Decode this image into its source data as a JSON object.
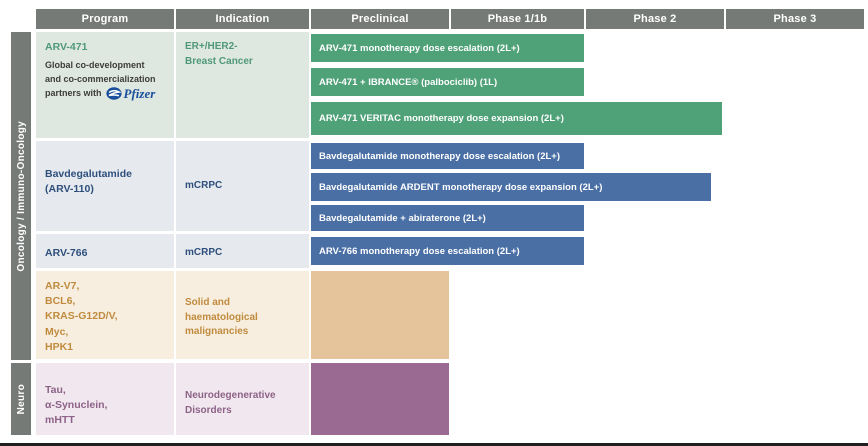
{
  "chart_data": {
    "type": "table",
    "title": "Clinical development pipeline",
    "columns": [
      "Program",
      "Indication",
      "Preclinical",
      "Phase 1/1b",
      "Phase 2",
      "Phase 3"
    ],
    "therapeutic_areas": [
      "Oncology / Immuno-Oncology",
      "Neuro"
    ],
    "rows": [
      {
        "program": "ARV-471",
        "indication": "ER+/HER2- Breast Cancer",
        "area": "Oncology / Immuno-Oncology",
        "bars": [
          {
            "label": "ARV-471 monotherapy dose escalation (2L+)",
            "start": "Preclinical",
            "end": "Phase 1/1b",
            "color": "#4fa178"
          },
          {
            "label": "ARV-471 + IBRANCE® (palbociclib) (1L)",
            "start": "Preclinical",
            "end": "Phase 1/1b",
            "color": "#4fa178"
          },
          {
            "label": "ARV-471 VERITAC monotherapy dose expansion (2L+)",
            "start": "Preclinical",
            "end": "Phase 2",
            "color": "#4fa178"
          }
        ]
      },
      {
        "program": "Bavdegalutamide (ARV-110)",
        "indication": "mCRPC",
        "area": "Oncology / Immuno-Oncology",
        "bars": [
          {
            "label": "Bavdegalutamide monotherapy dose escalation (2L+)",
            "start": "Preclinical",
            "end": "Phase 1/1b",
            "color": "#4a6fa5"
          },
          {
            "label": "Bavdegalutamide ARDENT monotherapy dose expansion (2L+)",
            "start": "Preclinical",
            "end": "Phase 2",
            "color": "#4a6fa5"
          },
          {
            "label": "Bavdegalutamide + abiraterone (2L+)",
            "start": "Preclinical",
            "end": "Phase 1/1b",
            "color": "#4a6fa5"
          }
        ]
      },
      {
        "program": "ARV-766",
        "indication": "mCRPC",
        "area": "Oncology / Immuno-Oncology",
        "bars": [
          {
            "label": "ARV-766 monotherapy dose escalation (2L+)",
            "start": "Preclinical",
            "end": "Phase 1/1b",
            "color": "#4a6fa5"
          }
        ]
      },
      {
        "program": "AR-V7, BCL6, KRAS-G12D/V, Myc, HPK1",
        "indication": "Solid and haematological malignancies",
        "area": "Oncology / Immuno-Oncology",
        "bars": [
          {
            "label": "",
            "start": "Preclinical",
            "end": "Preclinical",
            "color": "#e5c49b"
          }
        ]
      },
      {
        "program": "Tau, α-Synuclein, mHTT",
        "indication": "Neurodegenerative Disorders",
        "area": "Neuro",
        "bars": [
          {
            "label": "",
            "start": "Preclinical",
            "end": "Preclinical",
            "color": "#9a6a92"
          }
        ]
      }
    ]
  },
  "header": {
    "program": "Program",
    "indication": "Indication",
    "preclinical": "Preclinical",
    "phase1": "Phase 1/1b",
    "phase2": "Phase 2",
    "phase3": "Phase 3"
  },
  "rails": {
    "oncology": "Oncology / Immuno-Oncology",
    "neuro": "Neuro"
  },
  "programs": {
    "arv471": {
      "name": "ARV-471",
      "note_line1": "Global co-development",
      "note_line2": "and  co-commercialization",
      "note_line3": "partners with",
      "partner": "Pfizer"
    },
    "bavde": {
      "line1": "Bavdegalutamide",
      "line2": "(ARV-110)"
    },
    "arv766": {
      "name": "ARV-766"
    },
    "preclin_onc": {
      "line1": "AR-V7,",
      "line2": "BCL6,",
      "line3": "KRAS-G12D/V,",
      "line4": "Myc,",
      "line5": "HPK1"
    },
    "neuro": {
      "line1": "Tau,",
      "line2": "α-Synuclein,",
      "line3": "mHTT"
    }
  },
  "indications": {
    "breast_line1": "ER+/HER2-",
    "breast_line2": "Breast Cancer",
    "mcrpc_1": "mCRPC",
    "mcrpc_2": "mCRPC",
    "solid_line1": "Solid and",
    "solid_line2": "haematological",
    "solid_line3": "malignancies",
    "neuro_line1": "Neurodegenerative",
    "neuro_line2": "Disorders"
  },
  "bars": {
    "g1": "ARV-471 monotherapy dose escalation (2L+)",
    "g2": "ARV-471 + IBRANCE® (palbociclib) (1L)",
    "g3": "ARV-471 VERITAC monotherapy dose expansion (2L+)",
    "b1": "Bavdegalutamide monotherapy dose escalation (2L+)",
    "b2": "Bavdegalutamide ARDENT monotherapy dose expansion (2L+)",
    "b3": "Bavdegalutamide + abiraterone (2L+)",
    "b4": "ARV-766 monotherapy dose escalation (2L+)"
  },
  "colors": {
    "header_gray": "#767a77",
    "bar_green": "#4fa178",
    "bar_blue": "#4a6fa5",
    "block_tan": "#e5c49b",
    "block_purple": "#9a6a92"
  }
}
